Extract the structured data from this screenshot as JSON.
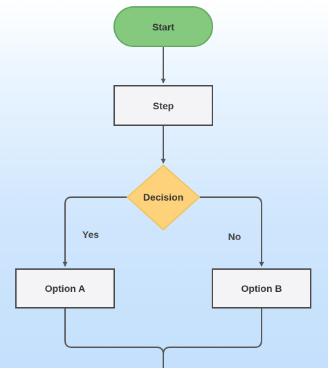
{
  "diagram": {
    "nodes": {
      "start": {
        "label": "Start",
        "shape": "terminator",
        "fill": "#84c97e",
        "stroke": "#62a85d"
      },
      "step": {
        "label": "Step",
        "shape": "process",
        "fill": "#f4f4f6",
        "stroke": "#4a4a4a"
      },
      "decision": {
        "label": "Decision",
        "shape": "decision",
        "fill": "#fdd27a",
        "stroke": "#f1c35f"
      },
      "option_a": {
        "label": "Option A",
        "shape": "process",
        "fill": "#f4f4f6",
        "stroke": "#4a4a4a"
      },
      "option_b": {
        "label": "Option B",
        "shape": "process",
        "fill": "#f4f4f6",
        "stroke": "#4a4a4a"
      }
    },
    "edges": [
      {
        "from": "start",
        "to": "step",
        "label": ""
      },
      {
        "from": "step",
        "to": "decision",
        "label": ""
      },
      {
        "from": "decision",
        "to": "option_a",
        "label": "Yes"
      },
      {
        "from": "decision",
        "to": "option_b",
        "label": "No"
      },
      {
        "from": "option_a",
        "to": "merge",
        "label": ""
      },
      {
        "from": "option_b",
        "to": "merge",
        "label": ""
      }
    ],
    "edge_color": "#555555"
  }
}
